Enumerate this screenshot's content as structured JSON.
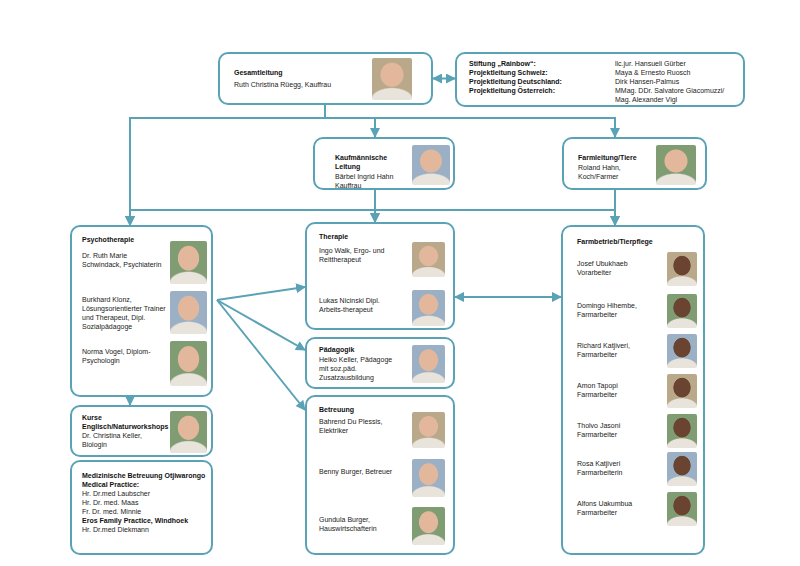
{
  "diagram": {
    "nodes": [
      {
        "text": [
          "Gesamtleitung",
          "Ruth Christina Rüegg, Kauffrau"
        ]
      },
      {
        "text": [
          "Stiftung „Rainbow“:",
          "lic.jur. Hansueli Gürber",
          "Projektleitung Schweiz:",
          "Maya & Ernesto Ruosch",
          "Projektleitung Deutschland:",
          "Dirk Hansen-Palmus",
          "Projektleitung Österreich:",
          "MMag. DDr. Salvatore Giacomuzzi/ Mag. Alexander Vigl"
        ]
      },
      {
        "text": [
          "Kaufmännische Leitung",
          "Bärbel Ingrid Hahn Kauffrau"
        ]
      },
      {
        "text": [
          "Farmleitung/Tiere",
          "Roland Hahn, Koch/Farmer"
        ]
      },
      {
        "text": [
          "Psychotherapie",
          "Dr. Ruth Marie Schwindack, Psychiaterin",
          "Burkhard Klonz, Lösungsorientierter Trainer und Therapeut, Dipl. Sozialpädagoge",
          "Norma Vogel, Diplom-Psychologin"
        ]
      },
      {
        "text": [
          "Therapie",
          "Ingo Walk, Ergo- und Reittherapeut",
          "Lukas Nicinski Dipl. Arbeits-therapeut"
        ]
      },
      {
        "text": [
          "Farmbetrieb/Tierpflege",
          "Josef Ubukhaeb Vorarbeiter",
          "Domingo Hihembe, Farmarbeiter",
          "Richard Katjiveri, Farmarbeiter",
          "Amon Tapopi Farmarbeiter",
          "Tholvo Jasoni Farmarbeiter",
          "Rosa Katjiveri Farmarbeiterin",
          "Alfons Uakumbua Farmarbeiter"
        ]
      },
      {
        "text": [
          "Pädagogik",
          "Heiko Keller, Pädagoge mit soz.päd. Zusatzausbildung"
        ]
      },
      {
        "text": [
          "Kurse Englisch/Naturworkshops",
          "Dr. Christina Keller, Biologin"
        ]
      },
      {
        "text": [
          "Betreuung",
          "Bahrend Du Plessis, Elektriker",
          "Benny Burger, Betreuer",
          "Gundula Burger, Hauswirtschafterin"
        ]
      },
      {
        "text": [
          "Medizinische Betreuung Otjiwarongo Medical Practice:",
          "Hr. Dr.med Laubscher",
          "Hr. Dr. med. Maas",
          "Fr. Dr. med. Minnie",
          "Eros Family Practice, Windhoek",
          "Hr. Dr.med Diekmann"
        ]
      }
    ],
    "edges": [
      {
        "from": 0,
        "to": 1,
        "arrow": "both"
      },
      {
        "from": 0,
        "to": 2,
        "arrow": "to"
      },
      {
        "from": 0,
        "to": 3,
        "arrow": "to"
      },
      {
        "from": 0,
        "to": 4,
        "arrow": "to"
      },
      {
        "from": 2,
        "to": 4,
        "arrow": "to"
      },
      {
        "from": 2,
        "to": 5,
        "arrow": "to"
      },
      {
        "from": 2,
        "to": 6,
        "arrow": "to"
      },
      {
        "from": 3,
        "to": 4,
        "arrow": "to"
      },
      {
        "from": 3,
        "to": 5,
        "arrow": "to"
      },
      {
        "from": 3,
        "to": 6,
        "arrow": "to"
      },
      {
        "from": 4,
        "to": 8,
        "arrow": "to"
      },
      {
        "from": 4,
        "to": 5,
        "arrow": "to"
      },
      {
        "from": 4,
        "to": 7,
        "arrow": "to"
      },
      {
        "from": 4,
        "to": 9,
        "arrow": "to"
      },
      {
        "from": 5,
        "to": 6,
        "arrow": "both"
      }
    ]
  }
}
